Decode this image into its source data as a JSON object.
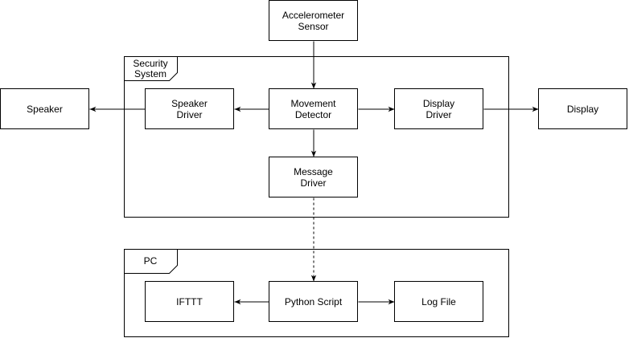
{
  "containers": {
    "security_system": {
      "label": "Security\nSystem"
    },
    "pc": {
      "label": "PC"
    }
  },
  "nodes": {
    "accelerometer": "Accelerometer\nSensor",
    "speaker": "Speaker",
    "speaker_driver": "Speaker\nDriver",
    "movement_detector": "Movement\nDetector",
    "display_driver": "Display\nDriver",
    "display": "Display",
    "message_driver": "Message\nDriver",
    "ifttt": "IFTTT",
    "python_script": "Python Script",
    "log_file": "Log File"
  },
  "edges": [
    {
      "from": "accelerometer",
      "to": "movement_detector",
      "style": "solid"
    },
    {
      "from": "movement_detector",
      "to": "speaker_driver",
      "style": "solid"
    },
    {
      "from": "speaker_driver",
      "to": "speaker",
      "style": "solid"
    },
    {
      "from": "movement_detector",
      "to": "display_driver",
      "style": "solid"
    },
    {
      "from": "display_driver",
      "to": "display",
      "style": "solid"
    },
    {
      "from": "movement_detector",
      "to": "message_driver",
      "style": "solid"
    },
    {
      "from": "message_driver",
      "to": "python_script",
      "style": "dashed"
    },
    {
      "from": "python_script",
      "to": "ifttt",
      "style": "solid"
    },
    {
      "from": "python_script",
      "to": "log_file",
      "style": "solid"
    }
  ],
  "colors": {
    "stroke": "#000000",
    "fill": "#ffffff"
  }
}
